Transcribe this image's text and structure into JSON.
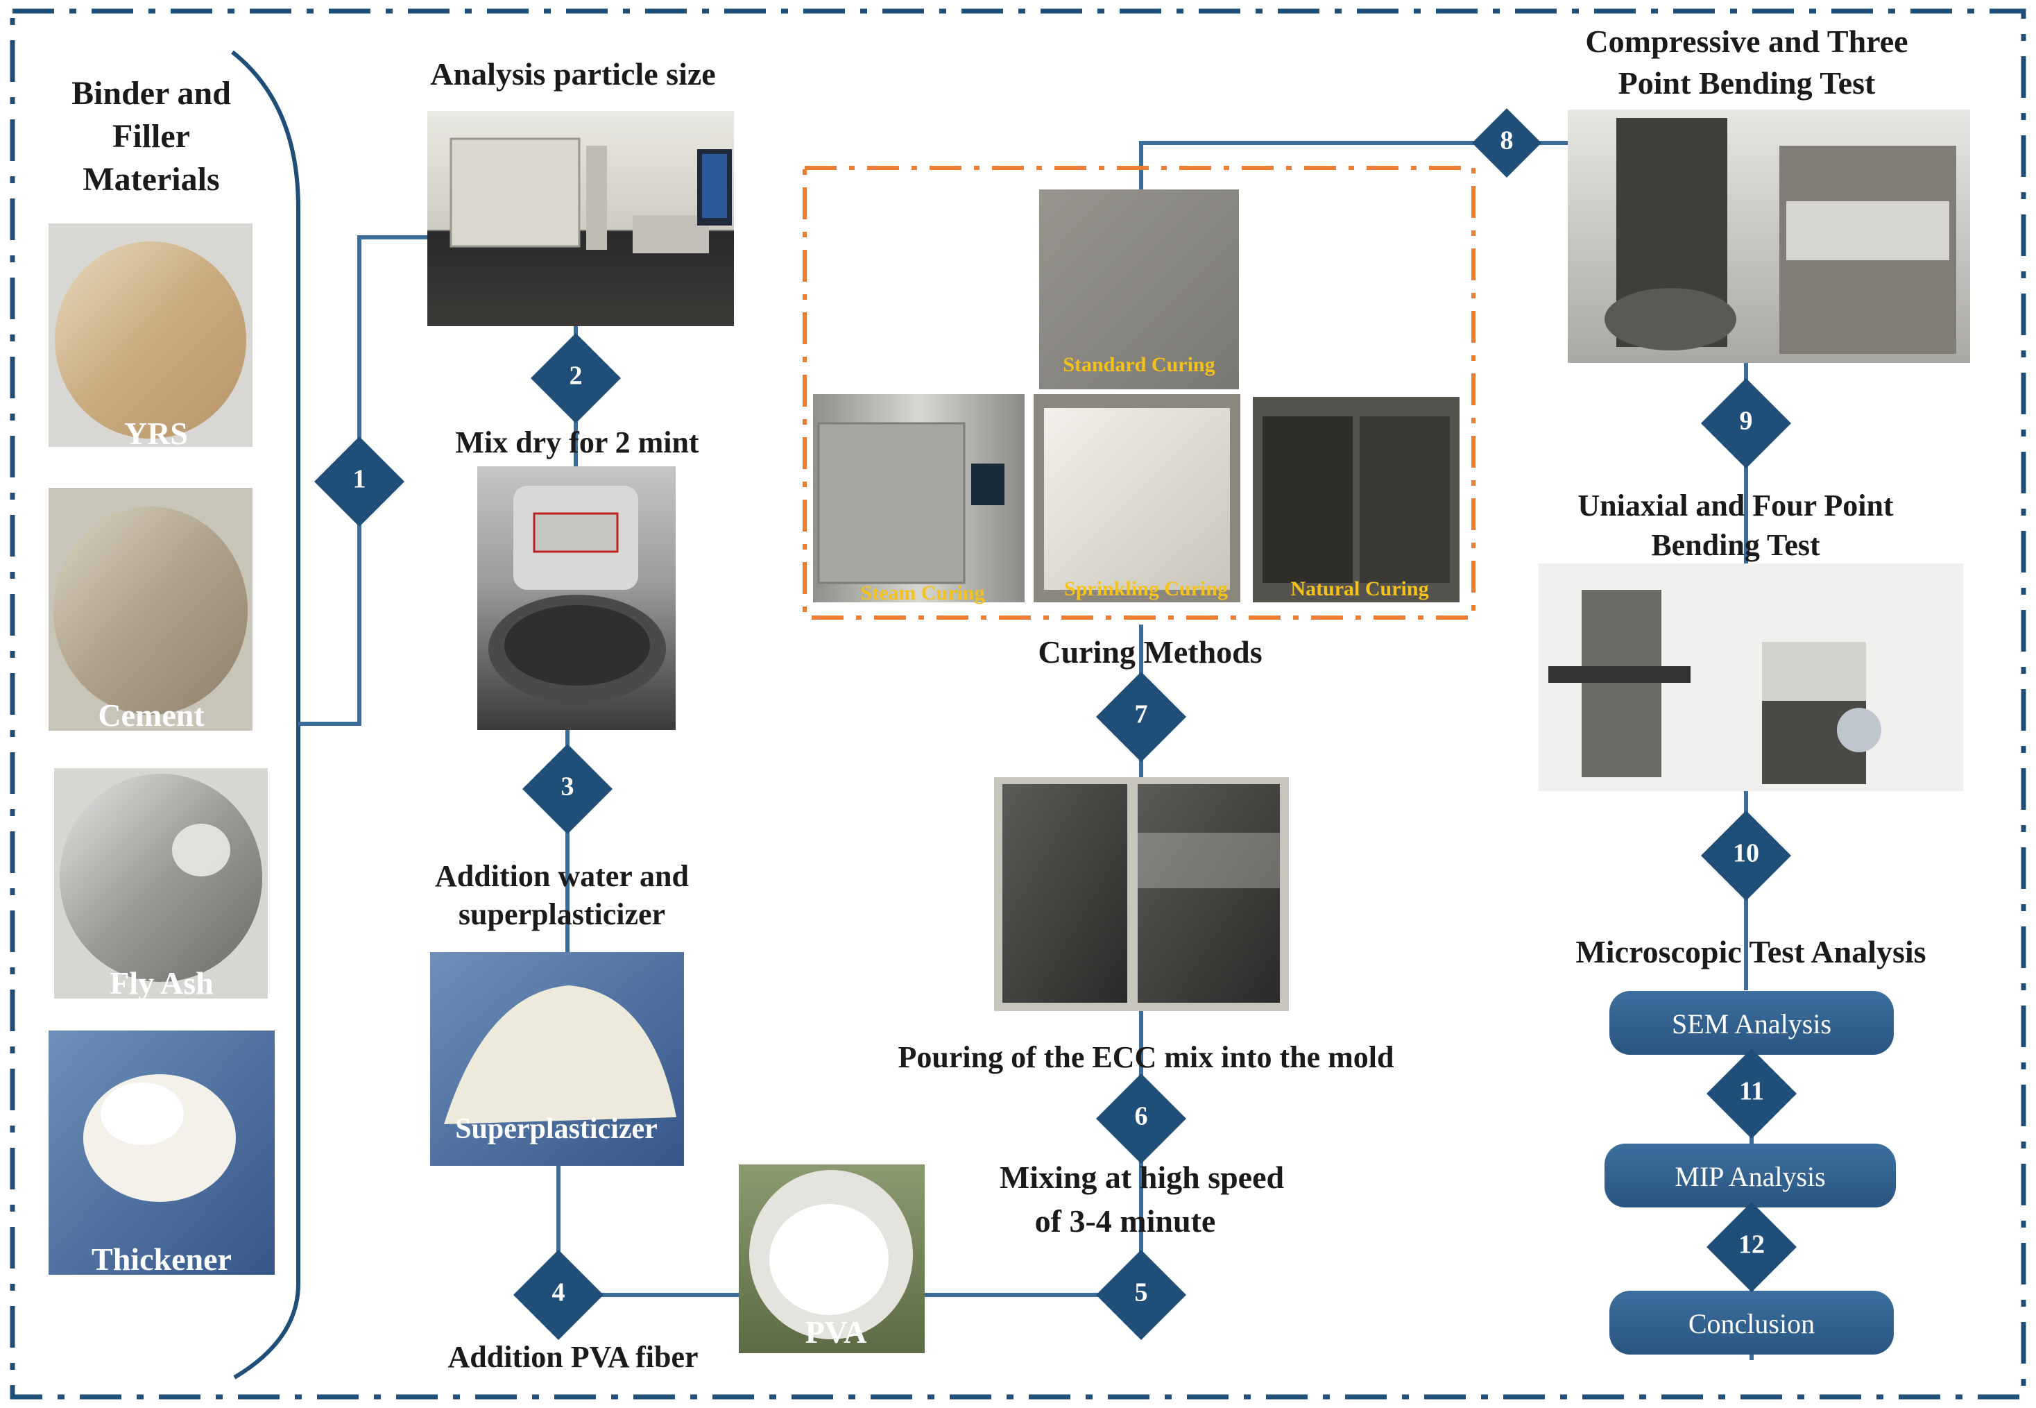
{
  "colors": {
    "primary": "#1f4e79",
    "curing_frame": "#ed7d31",
    "caption": "#f4c21b"
  },
  "materials": {
    "title_line1": "Binder and",
    "title_line2": "Filler",
    "title_line3": "Materials",
    "items": [
      "YRS",
      "Cement",
      "Fly Ash",
      "Thickener"
    ]
  },
  "steps": [
    "1",
    "2",
    "3",
    "4",
    "5",
    "6",
    "7",
    "8",
    "9",
    "10",
    "11",
    "12"
  ],
  "labels": {
    "particle_size": "Analysis particle size",
    "mix_dry": "Mix dry for 2 mint",
    "addition_water_1": "Addition water and",
    "addition_water_2": "superplasticizer",
    "addition_pva": "Addition  PVA fiber",
    "mixing_high_1": "Mixing at high speed",
    "mixing_high_2": "of 3-4 minute",
    "pouring": "Pouring of  the ECC mix into the mold",
    "curing_methods": "Curing Methods",
    "compressive_1": "Compressive and Three",
    "compressive_2": "Point Bending Test",
    "uniaxial_1": "Uniaxial and Four Point",
    "uniaxial_2": "Bending Test",
    "microscopic": "Microscopic Test Analysis"
  },
  "photo_captions": {
    "superplasticizer": "Superplasticizer",
    "pva": "PVA",
    "standard_curing": "Standard Curing",
    "steam_curing": "Steam Curing",
    "sprinkling_curing": "Sprinkling Curing",
    "natural_curing": "Natural Curing"
  },
  "analysis_buttons": {
    "sem": "SEM Analysis",
    "mip": "MIP Analysis",
    "conclusion": "Conclusion"
  }
}
